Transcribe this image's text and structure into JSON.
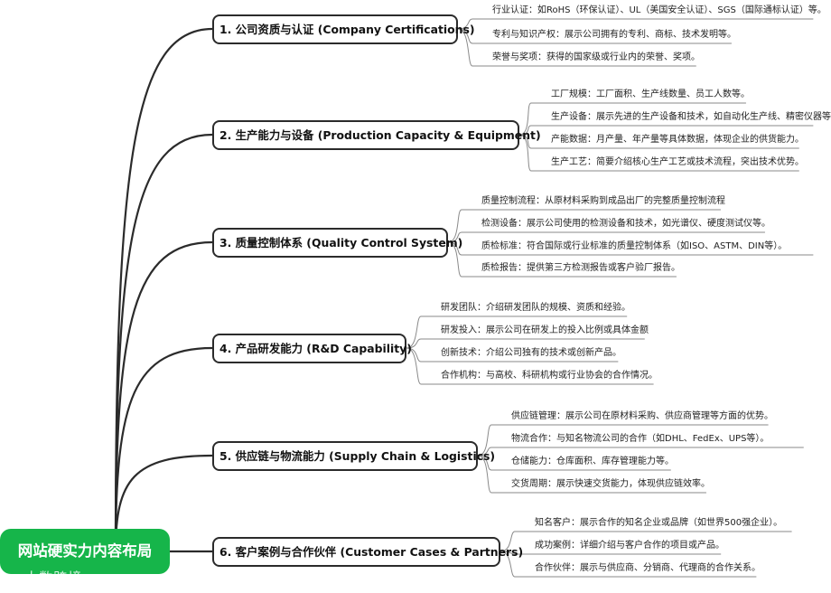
{
  "root": {
    "label": "网站硬实力内容布局"
  },
  "watermark": "大数跨境",
  "colors": {
    "root_fill": "#16b54a",
    "line": "#2b2b2b",
    "leaf_line": "#8a8a8a"
  },
  "branches": [
    {
      "label": "1. 公司资质与认证 (Company Certifications)",
      "leaves": [
        "行业认证：如RoHS（环保认证）、UL（美国安全认证）、SGS（国际通标认证）等。",
        "专利与知识产权：展示公司拥有的专利、商标、技术发明等。",
        "荣誉与奖项：获得的国家级或行业内的荣誉、奖项。"
      ]
    },
    {
      "label": "2. 生产能力与设备 (Production Capacity & Equipment)",
      "leaves": [
        "工厂规模：工厂面积、生产线数量、员工人数等。",
        "生产设备：展示先进的生产设备和技术，如自动化生产线、精密仪器等",
        "产能数据：月产量、年产量等具体数据，体现企业的供货能力。",
        "生产工艺：简要介绍核心生产工艺或技术流程，突出技术优势。"
      ]
    },
    {
      "label": "3. 质量控制体系 (Quality Control System)",
      "leaves": [
        "质量控制流程：从原材料采购到成品出厂的完整质量控制流程",
        "检测设备：展示公司使用的检测设备和技术，如光谱仪、硬度测试仪等。",
        "质检标准：符合国际或行业标准的质量控制体系（如ISO、ASTM、DIN等）。",
        "质检报告：提供第三方检测报告或客户验厂报告。"
      ]
    },
    {
      "label": "4. 产品研发能力 (R&D Capability)",
      "leaves": [
        "研发团队：介绍研发团队的规模、资质和经验。",
        "研发投入：展示公司在研发上的投入比例或具体金额",
        "创新技术：介绍公司独有的技术或创新产品。",
        "合作机构：与高校、科研机构或行业协会的合作情况。"
      ]
    },
    {
      "label": "5. 供应链与物流能力 (Supply Chain & Logistics)",
      "leaves": [
        "供应链管理：展示公司在原材料采购、供应商管理等方面的优势。",
        "物流合作：与知名物流公司的合作（如DHL、FedEx、UPS等）。",
        "仓储能力：仓库面积、库存管理能力等。",
        "交货周期：展示快速交货能力，体现供应链效率。"
      ]
    },
    {
      "label": "6. 客户案例与合作伙伴 (Customer Cases & Partners)",
      "leaves": [
        "知名客户：展示合作的知名企业或品牌（如世界500强企业）。",
        "成功案例：详细介绍与客户合作的项目或产品。",
        "合作伙伴：展示与供应商、分销商、代理商的合作关系。"
      ]
    }
  ]
}
